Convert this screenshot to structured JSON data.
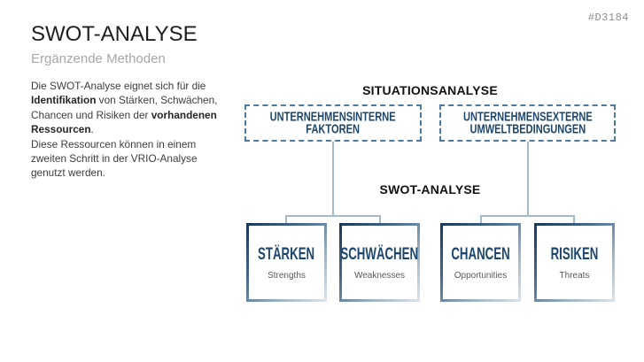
{
  "slide_id": "#D3184",
  "header": {
    "title": "SWOT-ANALYSE",
    "subtitle": "Ergänzende Methoden"
  },
  "intro": {
    "seg1": "Die SWOT-Analyse eignet sich für die ",
    "seg2_bold": "Identifikation",
    "seg3": " von Stärken, Schwächen, Chancen und Risiken der ",
    "seg4_bold": "vorhandenen Ressourcen",
    "seg5": ".",
    "seg6": "Diese Ressourcen können in einem zweiten Schritt in der VRIO-Analyse genutzt werden."
  },
  "diagram": {
    "top_heading": "SITUATIONSANALYSE",
    "mid_heading": "SWOT-ANALYSE",
    "inputs": [
      {
        "line1": "UNTERNEHMENSINTERNE",
        "line2": "FAKTOREN"
      },
      {
        "line1": "UNTERNEHMENSEXTERNE",
        "line2": "UMWELTBEDINGUNGEN"
      }
    ],
    "quadrants": [
      {
        "title": "STÄRKEN",
        "subtitle": "Strengths"
      },
      {
        "title": "SCHWÄCHEN",
        "subtitle": "Weaknesses"
      },
      {
        "title": "CHANCEN",
        "subtitle": "Opportunities"
      },
      {
        "title": "RISIKEN",
        "subtitle": "Threats"
      }
    ]
  },
  "colors": {
    "navy_text": "#1C466E",
    "dashed_border": "#4D7AA0",
    "connector": "#A4B9C9",
    "box_gradient_start": "#16365C",
    "box_gradient_end": "#DDE5EC",
    "subtitle_gray": "#A8A8A8"
  }
}
